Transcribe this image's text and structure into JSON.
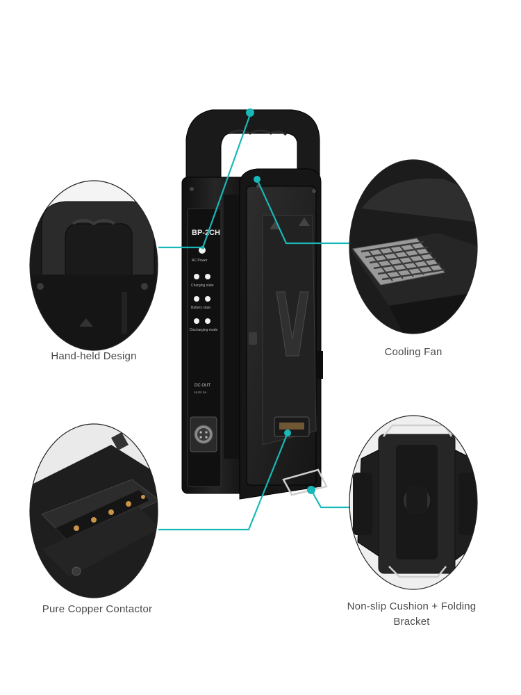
{
  "product": {
    "model_label": "BP-2CH",
    "indicators": [
      "AC Power",
      "Charging state",
      "Battery state",
      "Discharging mode"
    ],
    "port_label": "DC OUT",
    "port_sublabel": "16.8V 5A"
  },
  "callouts": {
    "handheld": "Hand-held Design",
    "fan": "Cooling Fan",
    "copper": "Pure Copper Contactor",
    "cushion": "Non-slip Cushion + Folding\nBracket"
  },
  "colors": {
    "accent": "#19b8b8",
    "body": "#1c1c1c",
    "caption": "#4a4a4a"
  }
}
